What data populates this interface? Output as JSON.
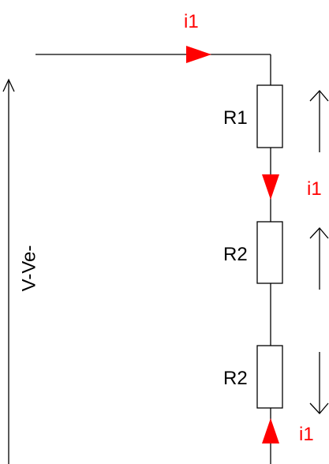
{
  "colors": {
    "wire": "#000000",
    "current": "#ff0000",
    "background": "#ffffff",
    "resistor_fill": "#ffffff"
  },
  "labels": {
    "current_top": "i1",
    "current_mid": "i1",
    "current_bottom": "i1",
    "resistor_1": "R1",
    "resistor_2": "R2",
    "resistor_3": "R2",
    "voltage": "V-Ve-"
  }
}
